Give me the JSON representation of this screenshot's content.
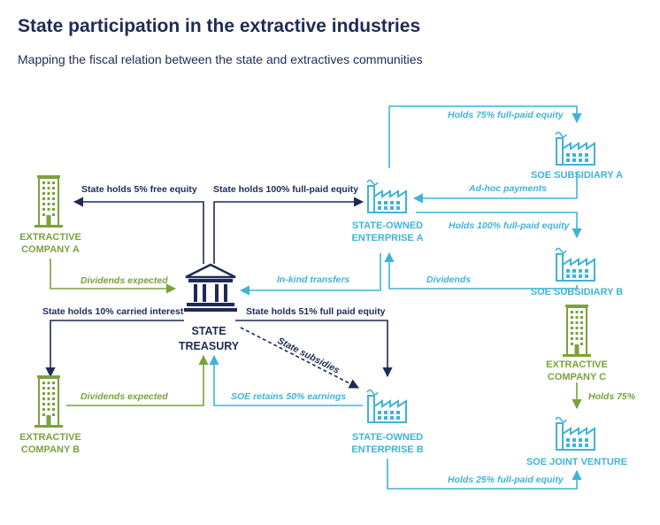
{
  "header": {
    "title": "State participation in the extractive industries",
    "subtitle": "Mapping the fiscal relation between the state and extractives communities"
  },
  "colors": {
    "navy": "#1f2a55",
    "green": "#7aa23a",
    "cyan": "#3fb3d8"
  },
  "nodes": {
    "treasury": {
      "line1": "STATE",
      "line2": "TREASURY",
      "icon": "bank-building-icon"
    },
    "extractive_a": {
      "line1": "EXTRACTIVE",
      "line2": "COMPANY A",
      "icon": "office-building-icon"
    },
    "extractive_b": {
      "line1": "EXTRACTIVE",
      "line2": "COMPANY B",
      "icon": "office-building-icon"
    },
    "extractive_c": {
      "line1": "EXTRACTIVE",
      "line2": "COMPANY C",
      "icon": "office-building-icon"
    },
    "soe_a": {
      "line1": "STATE-OWNED",
      "line2": "ENTERPRISE A",
      "icon": "factory-icon"
    },
    "soe_b": {
      "line1": "STATE-OWNED",
      "line2": "ENTERPRISE B",
      "icon": "factory-icon"
    },
    "sub_a": {
      "label": "SOE SUBSIDIARY A",
      "icon": "factory-icon"
    },
    "sub_b": {
      "label": "SOE SUBSIDIARY B",
      "icon": "factory-icon"
    },
    "jv": {
      "label": "SOE JOINT VENTURE",
      "icon": "factory-icon"
    }
  },
  "edges": {
    "state_holds_5": "State holds 5% free equity",
    "state_holds_100": "State holds 100% full-paid equity",
    "holds_75_full": "Holds 75% full-paid equity",
    "adhoc_payments": "Ad-hoc payments",
    "holds_100_full": "Holds 100% full-paid equity",
    "dividends_expected_a": "Dividends expected",
    "inkind_transfers": "In-kind transfers",
    "dividends": "Dividends",
    "state_holds_10": "State holds 10% carried interest",
    "state_holds_51": "State holds 51% full paid equity",
    "state_subsidies": "State subsidies",
    "dividends_expected_b": "Dividends expected",
    "soe_retains_50": "SOE retains 50% earnings",
    "holds_75": "Holds 75%",
    "holds_25_full": "Holds 25% full-paid equity"
  }
}
